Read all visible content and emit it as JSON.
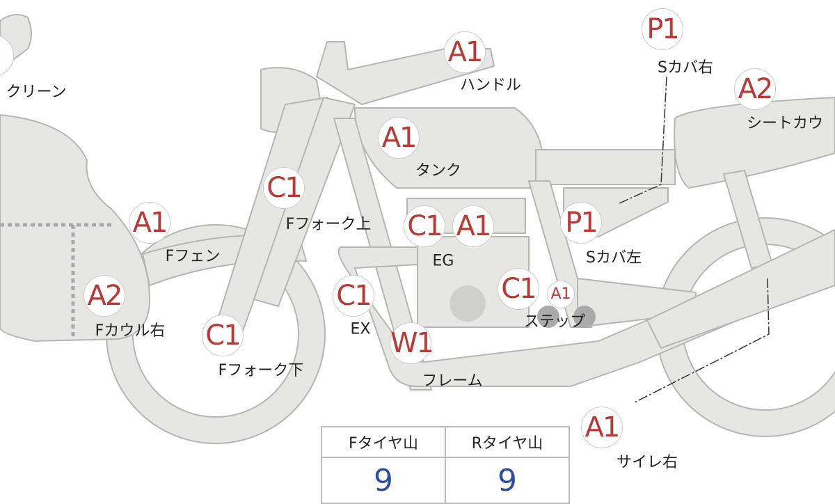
{
  "markers": [
    {
      "code": "A1",
      "label": "ハンドル"
    },
    {
      "code": "P1",
      "label": "Sカバ右"
    },
    {
      "code": "A2",
      "label": "シートカウ"
    },
    {
      "code": "A1",
      "label": "タンク"
    },
    {
      "code": "C1",
      "label": "Fフォーク上"
    },
    {
      "code": "A1",
      "label": "Fフェン"
    },
    {
      "code": "C1",
      "label": ""
    },
    {
      "code": "A1",
      "label": "EG"
    },
    {
      "code": "P1",
      "label": "Sカバ左"
    },
    {
      "code": "A2",
      "label": "Fカウル右"
    },
    {
      "code": "C1",
      "label": "EX"
    },
    {
      "code": "C1",
      "label": ""
    },
    {
      "code": "A1",
      "label": "ステップ"
    },
    {
      "code": "C1",
      "label": "Fフォーク下"
    },
    {
      "code": "W1",
      "label": "フレーム"
    },
    {
      "code": "A1",
      "label": "サイレ右"
    }
  ],
  "screen_label": "クリーン",
  "tire_table": {
    "front_header": "Fタイヤ山",
    "rear_header": "Rタイヤ山",
    "front_value": "9",
    "rear_value": "9"
  },
  "colors": {
    "code": "#b83a36",
    "value": "#2e4e9e",
    "body": "#e6e6e4"
  }
}
